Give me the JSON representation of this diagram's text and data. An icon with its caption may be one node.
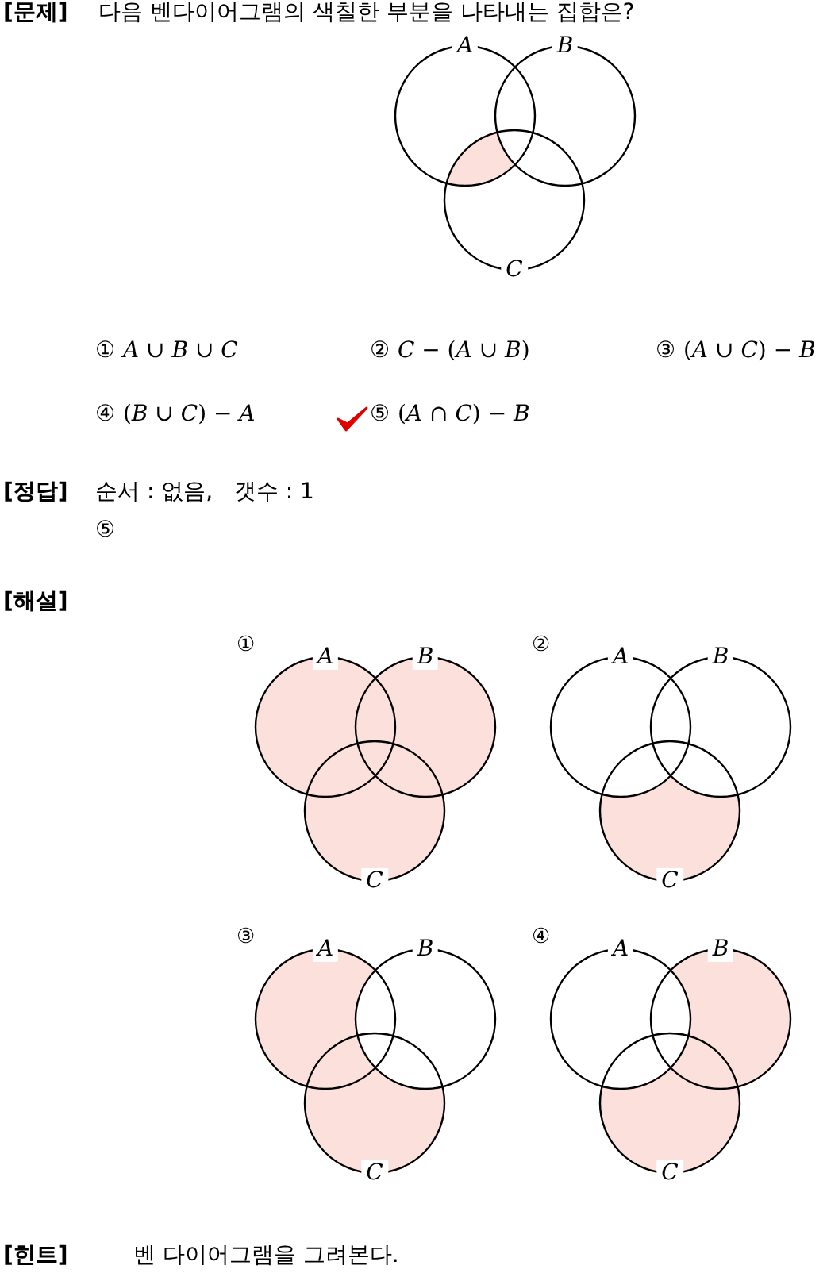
{
  "diagram": {
    "labels": [
      "[문제]",
      "다음 벤다이어그램의 색칠한 부분을 나타내는 집합은?",
      "A",
      "B",
      "C",
      "① *A* ∪ *B* ∪ *C*",
      "② *C* − (*A* ∪ *B*)",
      "③ (*A* ∪ *C*) − *B*",
      "④ (*B* ∪ *C*) − *A*",
      "⑤ (*A* ∩ *C*) − *B*",
      "[정답]",
      "순서 : 없음,   갯수 : 1",
      "⑤",
      "[해설]",
      "①",
      "A",
      "B",
      "C",
      "②",
      "A",
      "B",
      "C",
      "③",
      "A",
      "B",
      "C",
      "④",
      "A",
      "B",
      "C",
      "[힌트]",
      "벤 다이어그램을 그려본다."
    ]
  }
}
